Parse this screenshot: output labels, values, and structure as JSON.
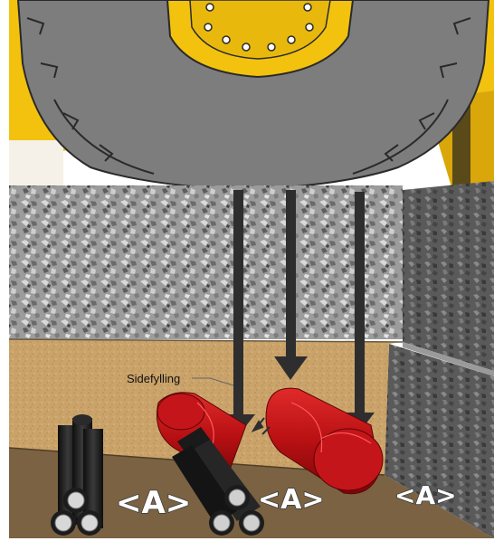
{
  "labels": {
    "sidefylling": "Sidefylling",
    "zone_left": "<A>",
    "zone_middle": "<A>",
    "zone_right": "<A>"
  },
  "colors": {
    "machine_yellow": "#f2c20f",
    "tire_gray": "#7d7d7d",
    "tire_dark": "#4a4a4a",
    "gravel_light": "#b8b8b8",
    "gravel_dark": "#5a5a5a",
    "sand": "#caa36a",
    "trench_floor": "#7a6242",
    "pipe_black": "#1c1c1c",
    "pipe_red": "#c4151a",
    "arrow": "#2e2e2e"
  },
  "icons": [
    "compaction-arrow-icon"
  ]
}
